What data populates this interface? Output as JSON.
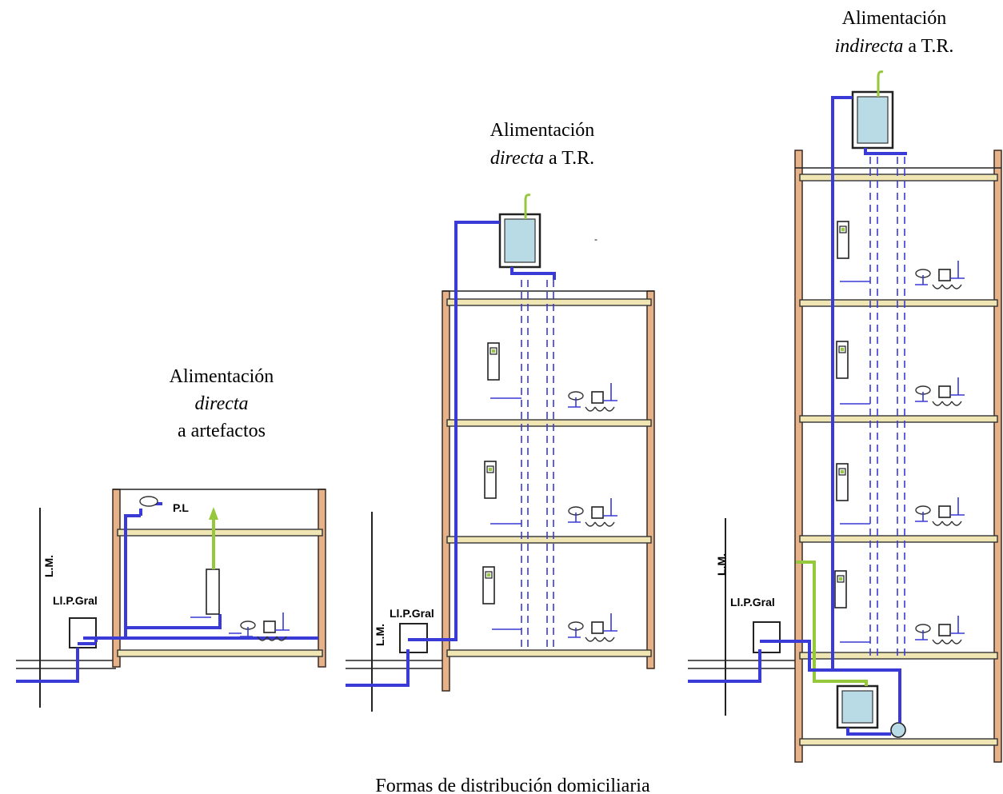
{
  "diagram": {
    "caption": "Formas de distribución domiciliaria",
    "panels": [
      {
        "id": "direct-fixtures",
        "title_line1": "Alimentación",
        "title_line2_emph": "directa",
        "title_line3": "a artefactos",
        "labels": {
          "lm": "L.M.",
          "llave": "Ll.P.Gral",
          "pl": "P.L"
        }
      },
      {
        "id": "direct-tank",
        "title_line1": "Alimentación",
        "title_line2_emph": "directa",
        "title_line2_rest": " a T.R.",
        "labels": {
          "lm": "L.M.",
          "llave": "Ll.P.Gral"
        }
      },
      {
        "id": "indirect-tank",
        "title_line1": "Alimentación",
        "title_line2_emph": "indirecta",
        "title_line2_rest": " a T.R.",
        "labels": {
          "lm": "L.M.",
          "llave": "Ll.P.Gral"
        }
      }
    ]
  },
  "colors": {
    "pipe": "#3a3ad6",
    "wall": "#e6b28a",
    "wall_edge": "#3b2a20",
    "vent": "#96c83c",
    "tank_water": "#b9dbe6"
  }
}
